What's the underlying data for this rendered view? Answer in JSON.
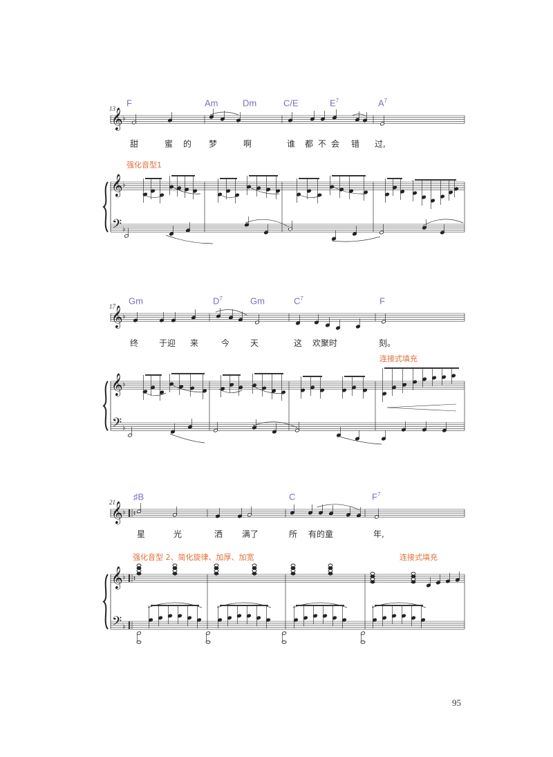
{
  "page_number": "95",
  "systems": [
    {
      "measure_number": "13",
      "chords": [
        {
          "root": "F",
          "sup": ""
        },
        {
          "root": "Am",
          "sup": ""
        },
        {
          "root": "Dm",
          "sup": ""
        },
        {
          "root": "C/E",
          "sup": ""
        },
        {
          "root": "E",
          "sup": "7"
        },
        {
          "root": "A",
          "sup": "7"
        }
      ],
      "lyrics": [
        "甜",
        "蜜",
        "的",
        "梦",
        "啊",
        "谁",
        "都",
        "不",
        "会",
        "错",
        "过,"
      ],
      "annotations": [
        "强化音型1"
      ]
    },
    {
      "measure_number": "17",
      "chords": [
        {
          "root": "Gm",
          "sup": ""
        },
        {
          "root": "D",
          "sup": "7"
        },
        {
          "root": "Gm",
          "sup": ""
        },
        {
          "root": "C",
          "sup": "7"
        },
        {
          "root": "F",
          "sup": ""
        }
      ],
      "lyrics": [
        "终",
        "于迎",
        "来",
        "今",
        "天",
        "这",
        "欢聚时",
        "刻。"
      ],
      "annotations": [
        "连接式填充"
      ]
    },
    {
      "measure_number": "21",
      "chords": [
        {
          "root": "♯B",
          "sup": ""
        },
        {
          "root": "C",
          "sup": ""
        },
        {
          "root": "F",
          "sup": "7"
        }
      ],
      "lyrics": [
        "星",
        "光",
        "洒",
        "满了",
        "所",
        "有的童",
        "年,"
      ],
      "annotations": [
        "强化音型 2、简化旋律、加厚、加宽",
        "连接式填充"
      ]
    }
  ]
}
